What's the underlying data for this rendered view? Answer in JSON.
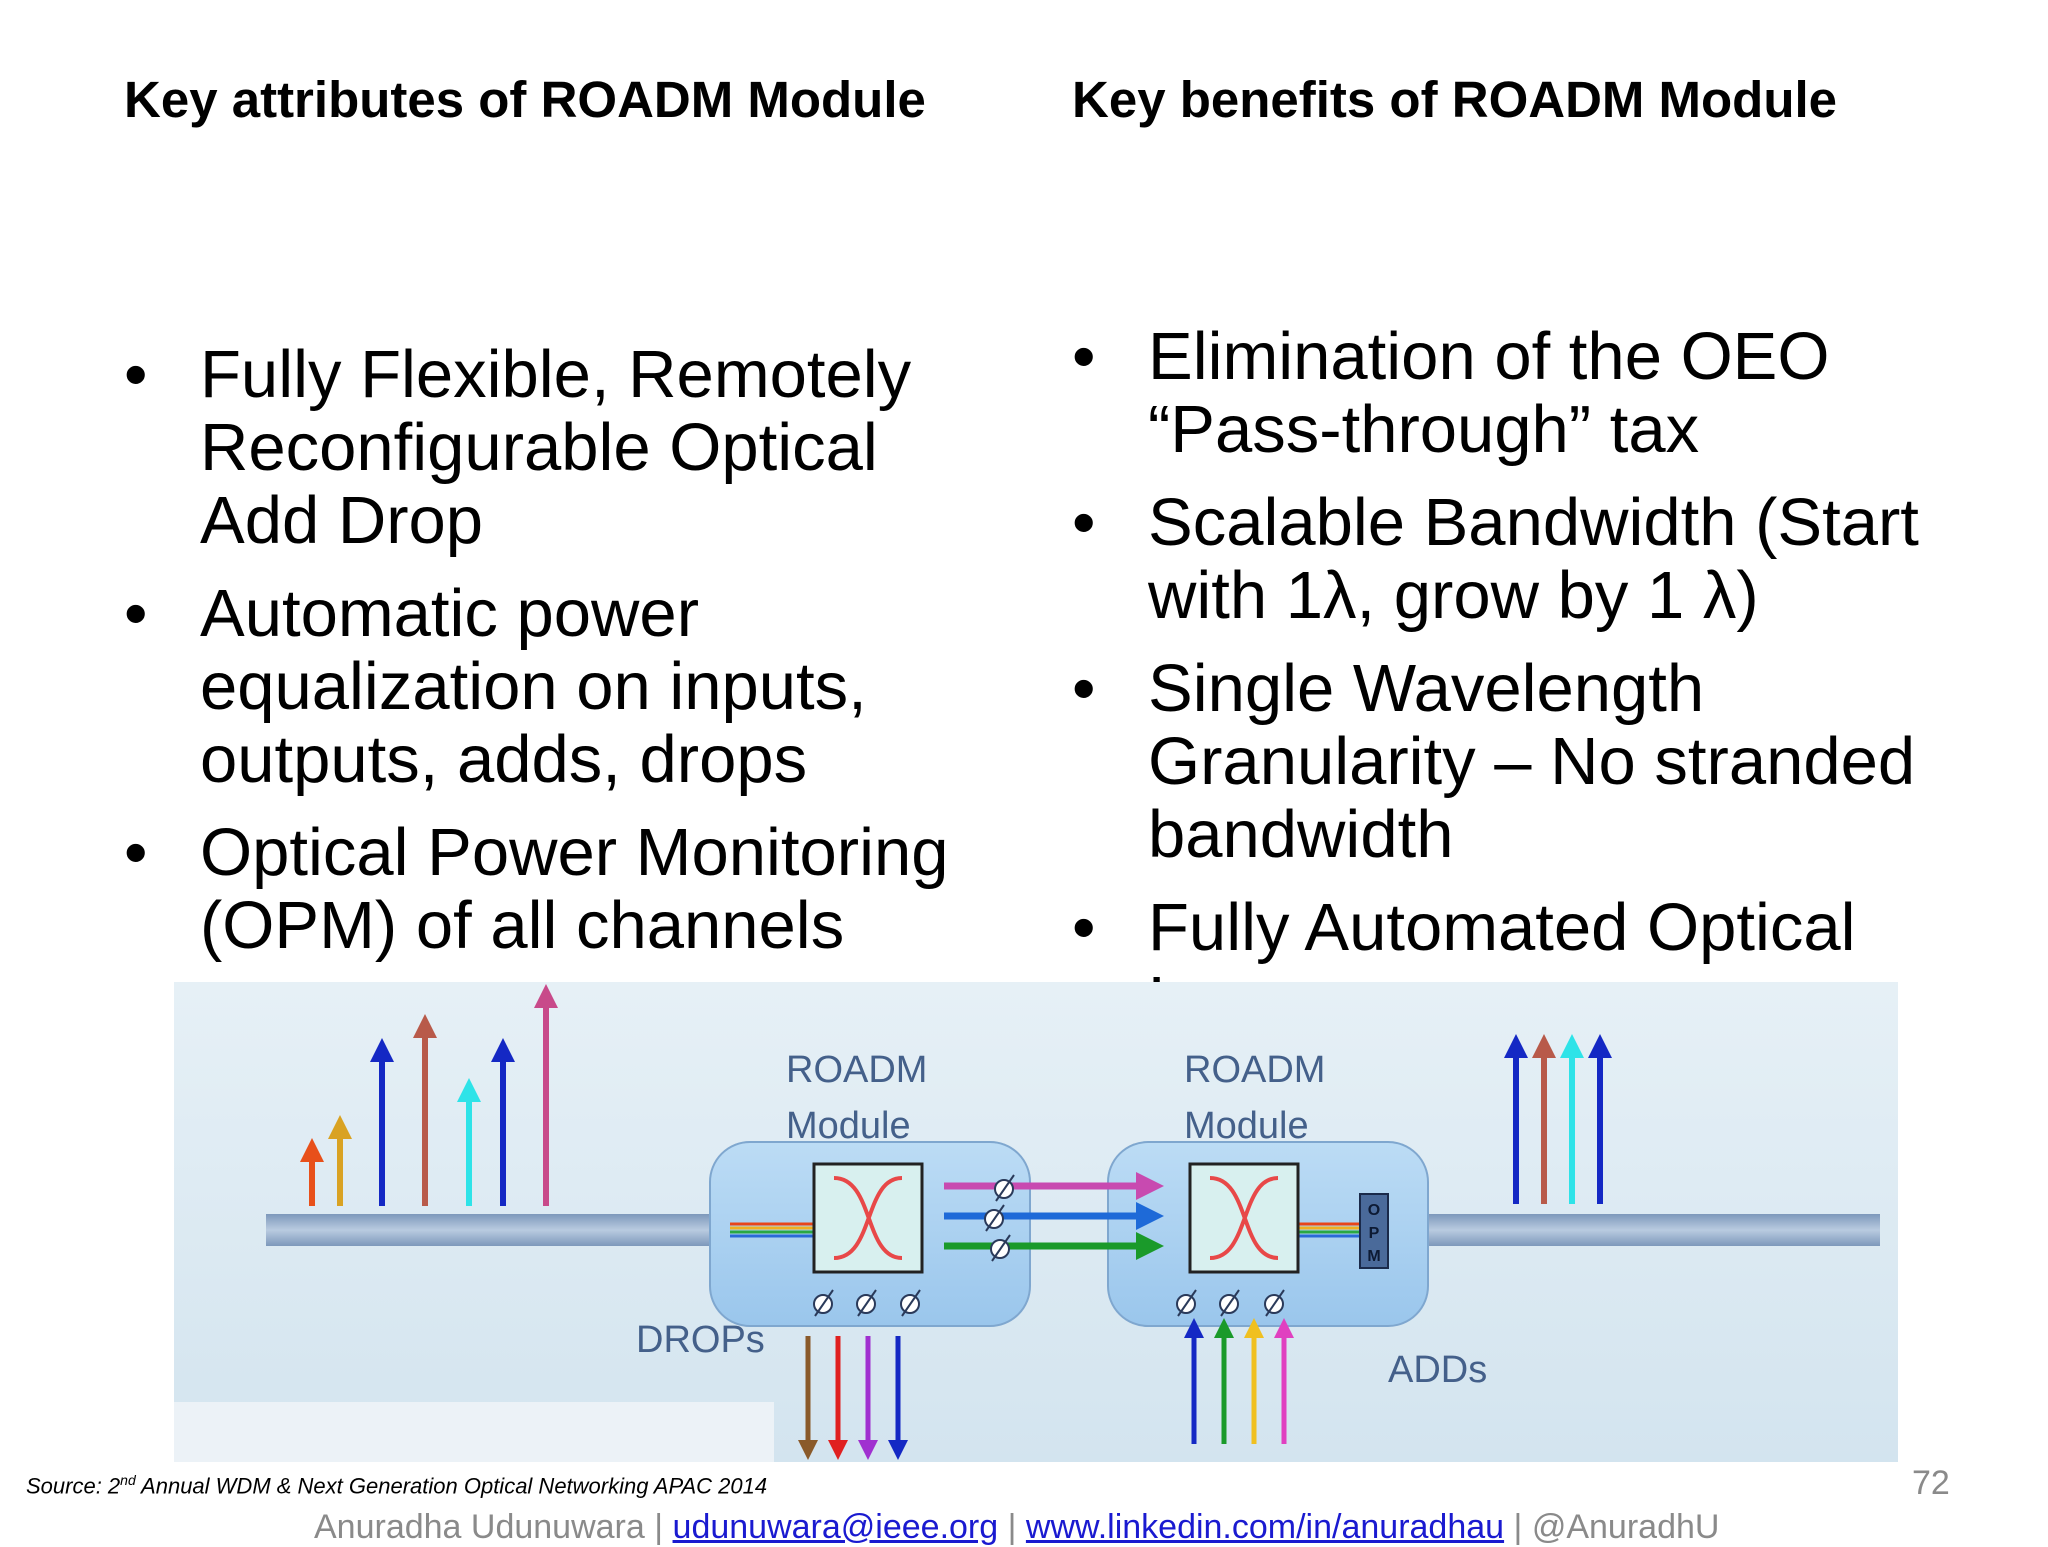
{
  "left_heading": "Key attributes of ROADM Module",
  "right_heading": "Key benefits of ROADM Module",
  "left_bullets": [
    "Fully Flexible, Remotely\nReconfigurable Optical\nAdd Drop",
    "Automatic power\nequalization on inputs,\noutputs, adds, drops",
    "Optical Power Monitoring\n(OPM) of all channels"
  ],
  "right_bullets": [
    "Elimination of the OEO\n“Pass-through” tax",
    "Scalable Bandwidth (Start\nwith 1λ, grow by 1 λ)",
    "Single Wavelength\nGranularity – No stranded\nbandwidth",
    "Fully Automated Optical\nLayer"
  ],
  "bullet_glyph": "•",
  "diagram": {
    "module_left_label_1": "ROADM",
    "module_left_label_2": "Module",
    "module_right_label_1": "ROADM",
    "module_right_label_2": "Module",
    "drops_label": "DROPs",
    "adds_label": "ADDs",
    "opm_letters": [
      "O",
      "P",
      "M"
    ],
    "colors": {
      "background": "#dceaf3",
      "module": "#a9d2f1",
      "fiber": "#8fa6c4",
      "label": "#44608a"
    }
  },
  "source": {
    "prefix": "Source: 2",
    "sup": "nd",
    "rest": " Annual WDM & Next Generation Optical Networking APAC 2014"
  },
  "page_number": "72",
  "footer": {
    "author": "Anuradha Udunuwara |",
    "email": "udunuwara@ieee.org",
    "sep1": "|",
    "linkedin": "www.linkedin.com/in/anuradhau",
    "sep2": "|",
    "handle": "@AnuradhU"
  }
}
